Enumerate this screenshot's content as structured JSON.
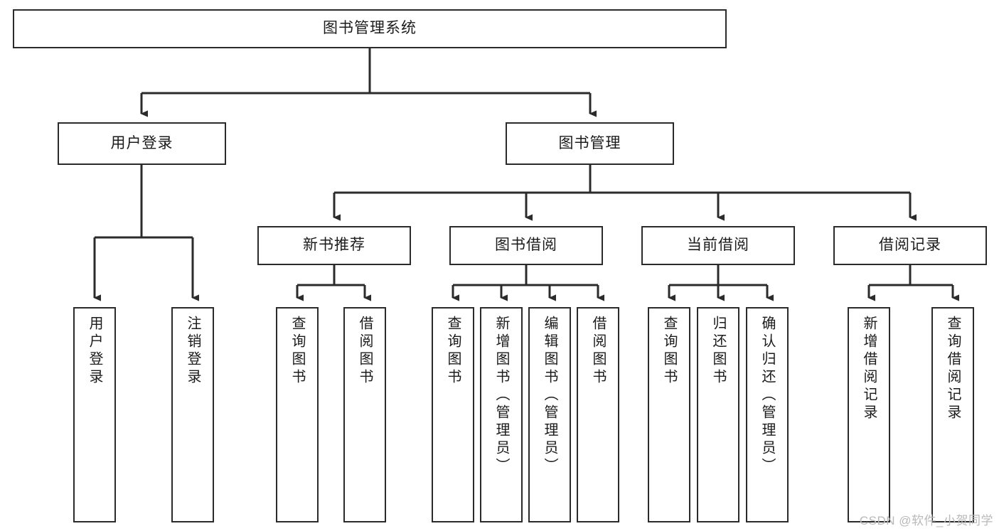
{
  "diagram": {
    "type": "tree",
    "title": "图书管理系统",
    "watermark": "CSDN @软件_小贺同学",
    "colors": {
      "box_border": "#2b2b2b",
      "box_fill": "#ffffff",
      "edge": "#2b2b2b",
      "text": "#1b1b1b",
      "watermark": "#b9b9b9"
    },
    "nodes": {
      "root": {
        "label": "图书管理系统"
      },
      "level2": [
        {
          "id": "user_login",
          "label": "用户登录"
        },
        {
          "id": "book_manage",
          "label": "图书管理"
        }
      ],
      "level3": [
        {
          "id": "new_book_rec",
          "label": "新书推荐"
        },
        {
          "id": "book_borrow",
          "label": "图书借阅"
        },
        {
          "id": "current_borrow",
          "label": "当前借阅"
        },
        {
          "id": "borrow_record",
          "label": "借阅记录"
        }
      ],
      "leaves": {
        "user_login": [
          {
            "id": "leaf_user_login",
            "label": "用户登录"
          },
          {
            "id": "leaf_logout",
            "label": "注销登录"
          }
        ],
        "new_book_rec": [
          {
            "id": "leaf_query_book_1",
            "label": "查询图书"
          },
          {
            "id": "leaf_borrow_book_1",
            "label": "借阅图书"
          }
        ],
        "book_borrow": [
          {
            "id": "leaf_query_book_2",
            "label": "查询图书"
          },
          {
            "id": "leaf_add_book",
            "label": "新增图书（管理员）"
          },
          {
            "id": "leaf_edit_book",
            "label": "编辑图书（管理员）"
          },
          {
            "id": "leaf_borrow_book_2",
            "label": "借阅图书"
          }
        ],
        "current_borrow": [
          {
            "id": "leaf_query_book_3",
            "label": "查询图书"
          },
          {
            "id": "leaf_return_book",
            "label": "归还图书"
          },
          {
            "id": "leaf_confirm_return",
            "label": "确认归还（管理员）"
          }
        ],
        "borrow_record": [
          {
            "id": "leaf_add_record",
            "label": "新增借阅记录"
          },
          {
            "id": "leaf_query_record",
            "label": "查询借阅记录"
          }
        ]
      }
    }
  }
}
